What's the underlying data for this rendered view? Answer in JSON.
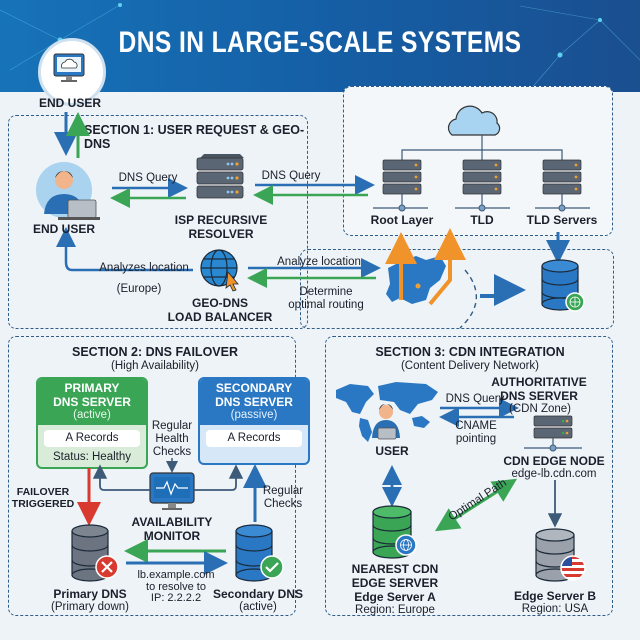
{
  "title": "DNS IN LARGE-SCALE SYSTEMS",
  "colors": {
    "header_blue": "#1668b0",
    "primary_green": "#3aa655",
    "secondary_blue": "#2a78c4",
    "fail_red": "#d93a2f",
    "accent_orange": "#f0932b",
    "text_dark": "#1a1f2b"
  },
  "top": {
    "end_user_label": "END USER"
  },
  "section1": {
    "title": "SECTION 1: USER REQUEST & GEO-DNS",
    "end_user": "END USER",
    "dns_query_1": "DNS Query",
    "isp_resolver": [
      "ISP RECURSIVE",
      "RESOLVER"
    ],
    "dns_query_2": "DNS Query",
    "root_layer": "Root Layer",
    "tld": "TLD",
    "tld_servers": "TLD Servers",
    "analyzes_location": "Analyzes location",
    "europe": "(Europe)",
    "geo_dns": [
      "GEO-DNS",
      "LOAD BALANCER"
    ],
    "analyze_location": "Analyze location",
    "determine_routing": [
      "Determine",
      "optimal routing"
    ]
  },
  "section2": {
    "title": "SECTION 2: DNS FAILOVER",
    "subtitle": "(High Availability)",
    "primary": {
      "title": [
        "PRIMARY",
        "DNS SERVER"
      ],
      "state": "(active)",
      "records": "A Records",
      "status": "Status: Healthy"
    },
    "secondary": {
      "title": [
        "SECONDARY",
        "DNS SERVER"
      ],
      "state": "(passive)",
      "records": "A Records"
    },
    "health_checks": [
      "Regular",
      "Health",
      "Checks"
    ],
    "failover": [
      "FAILOVER",
      "TRIGGERED"
    ],
    "monitor": [
      "AVAILABILITY",
      "MONITOR"
    ],
    "regular_checks": [
      "Regular",
      "Checks"
    ],
    "primary_dns": [
      "Primary DNS",
      "(Primary down)"
    ],
    "resolve_text": [
      "lb.example.com",
      "to resolve to",
      "IP: 2.2.2.2"
    ],
    "secondary_dns": [
      "Secondary DNS",
      "(active)"
    ]
  },
  "section3": {
    "title": "SECTION 3: CDN INTEGRATION",
    "subtitle": "(Content Delivery Network)",
    "authoritative": [
      "AUTHORITATIVE",
      "DNS SERVER"
    ],
    "zone": "(CDN Zone)",
    "dns_query": "DNS Query",
    "cname": [
      "CNAME",
      "pointing"
    ],
    "user": "USER",
    "edge_node": "CDN EDGE NODE",
    "edge_host": "edge-lb.cdn.com",
    "optimal_path": "Optimal Path",
    "edge_a": [
      "NEAREST CDN",
      "EDGE SERVER",
      "Edge Server A"
    ],
    "edge_a_region": "Region: Europe",
    "edge_b": "Edge Server B",
    "edge_b_region": "Region: USA"
  }
}
